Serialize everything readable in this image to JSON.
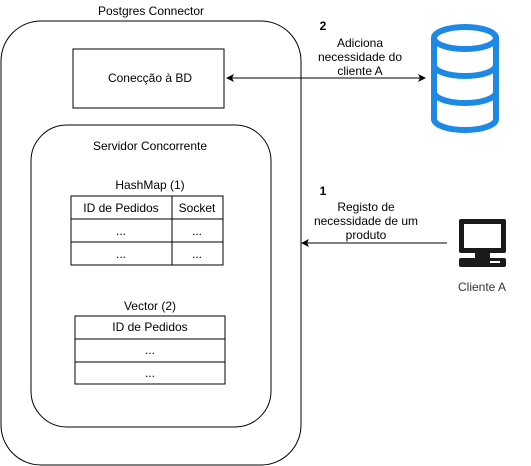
{
  "connector": {
    "title": "Postgres Connector",
    "db_connection_label": "Conecção à BD"
  },
  "server": {
    "title": "Servidor Concorrente",
    "hashmap": {
      "name": "HashMap",
      "suffix": "(1)",
      "columns": [
        "ID de Pedidos",
        "Socket"
      ],
      "rows": [
        [
          "...",
          "..."
        ],
        [
          "...",
          "..."
        ]
      ]
    },
    "vector": {
      "name": "Vector",
      "suffix": "(2)",
      "header": "ID de Pedidos",
      "rows": [
        "...",
        "..."
      ]
    }
  },
  "steps": [
    {
      "number": "1",
      "lines": [
        "Registo de",
        "necessidade de um",
        "produto"
      ]
    },
    {
      "number": "2",
      "lines": [
        "Adiciona",
        "necessidade do",
        "cliente A"
      ]
    }
  ],
  "client": {
    "label": "Cliente A",
    "icon": "computer-icon"
  },
  "database": {
    "icon": "database-icon",
    "color": "#1E88E5"
  },
  "colors": {
    "stroke": "#000000",
    "client_icon": "#1a1a1a"
  }
}
